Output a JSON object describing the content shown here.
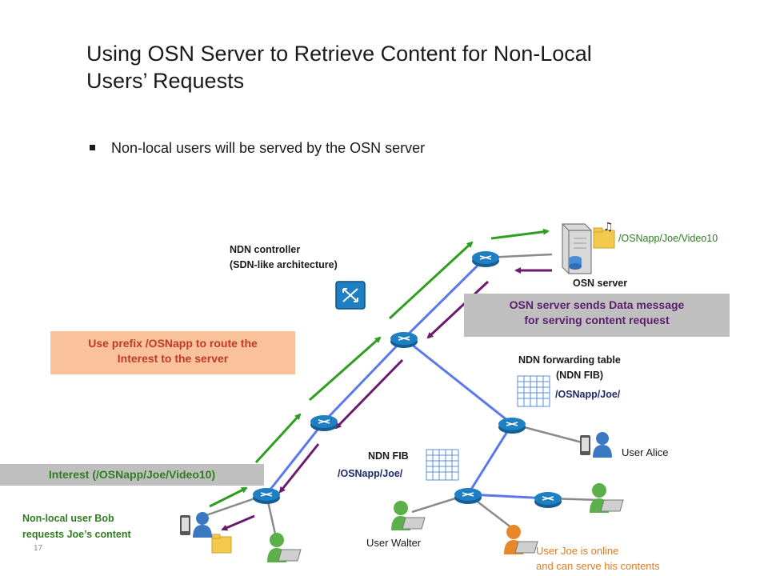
{
  "slide": {
    "title": "Using OSN Server to Retrieve Content for Non-Local Users’ Requests",
    "bullet": "Non-local users will be served by the OSN server",
    "page_number": "17"
  },
  "labels": {
    "controller_line1": "NDN controller",
    "controller_line2": "(SDN-like architecture)",
    "content_name": "/OSNapp/Joe/Video10",
    "osn_server": "OSN server",
    "fib_table_line1": "NDN forwarding table",
    "fib_table_line2": "(NDN FIB)",
    "fib_entry_upper": "/OSNapp/Joe/",
    "fib_short": "NDN FIB",
    "fib_entry_lower": "/OSNapp/Joe/",
    "user_alice": "User Alice",
    "user_walter": "User Walter",
    "user_joe_line1": "User Joe is online",
    "user_joe_line2": "and can serve his contents",
    "bob_line1": "Non-local  user  Bob",
    "bob_line2": "requests  Joe’s  content"
  },
  "callouts": {
    "data_line1": "OSN server sends Data message",
    "data_line2": "for serving content request",
    "prefix_line1": "Use prefix /OSNapp to route the",
    "prefix_line2": "Interest to the server",
    "interest": "Interest (/OSNapp/Joe/Video10)"
  },
  "colors": {
    "interest_arrow": "#2e9e1f",
    "data_arrow": "#6a1b6e",
    "link": "#5b78e8",
    "router": "#1e7fc2",
    "callout_orange": "#f9c29a",
    "callout_gray": "#bfbfbf"
  }
}
